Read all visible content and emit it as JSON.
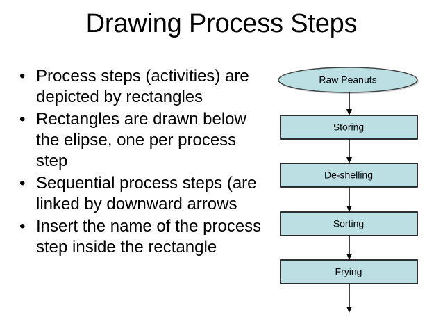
{
  "slide": {
    "title": "Drawing Process Steps"
  },
  "bullets": {
    "marker": "•",
    "items": [
      {
        "text": "Process steps (activities) are depicted by rectangles"
      },
      {
        "text": "Rectangles are drawn below the elipse, one per process step"
      },
      {
        "text": "Sequential process steps (are linked by downward arrows"
      },
      {
        "text": "Insert the name of the process step inside the rectangle"
      }
    ]
  },
  "flowchart": {
    "shape_fill": "#bcdfe3",
    "shape_stroke": "#000000",
    "arrow_color": "#000000",
    "nodes": [
      {
        "label": "Raw Peanuts",
        "shape": "ellipse"
      },
      {
        "label": "Storing",
        "shape": "rectangle"
      },
      {
        "label": "De-shelling",
        "shape": "rectangle"
      },
      {
        "label": "Sorting",
        "shape": "rectangle"
      },
      {
        "label": "Frying",
        "shape": "rectangle"
      }
    ],
    "connectors": [
      {
        "from": "Raw Peanuts",
        "to": "Storing"
      },
      {
        "from": "Storing",
        "to": "De-shelling"
      },
      {
        "from": "De-shelling",
        "to": "Sorting"
      },
      {
        "from": "Sorting",
        "to": "Frying"
      },
      {
        "from": "Frying",
        "to": ""
      }
    ]
  }
}
